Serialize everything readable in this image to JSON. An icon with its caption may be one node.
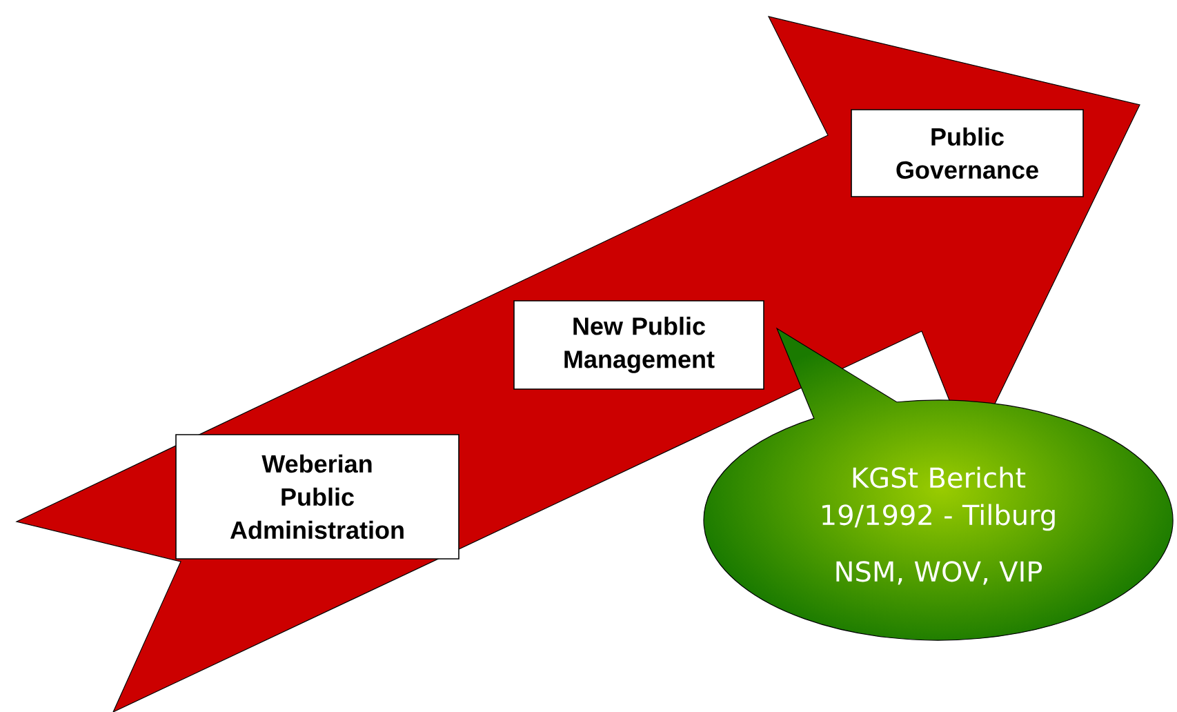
{
  "diagram": {
    "nodes": [
      {
        "text": [
          "Weberian Public Administration"
        ]
      },
      {
        "text": [
          "New Public Management"
        ]
      },
      {
        "text": [
          "Public Governance"
        ]
      },
      {
        "text": [
          "KGSt Bericht 19/1992 - Tilburg",
          "NSM, WOV, VIP"
        ]
      }
    ]
  }
}
